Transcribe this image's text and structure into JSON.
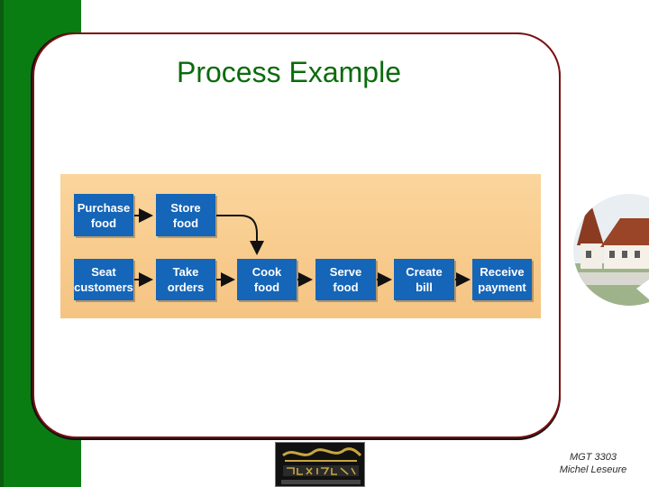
{
  "slide": {
    "title": "Process Example"
  },
  "diagram": {
    "boxes": {
      "purchase_food": "Purchase\nfood",
      "store_food": "Store\nfood",
      "seat_customers": "Seat\ncustomers",
      "take_orders": "Take\norders",
      "cook_food": "Cook\nfood",
      "serve_food": "Serve\nfood",
      "create_bill": "Create\nbill",
      "receive_payment": "Receive\npayment"
    }
  },
  "footer": {
    "course": "MGT 3303",
    "author": "Michel Leseure"
  },
  "colors": {
    "accent_green": "#0a7d12",
    "box_blue": "#1565b8",
    "panel_orange": "#f8cc8e",
    "frame_red": "#7a1010"
  }
}
